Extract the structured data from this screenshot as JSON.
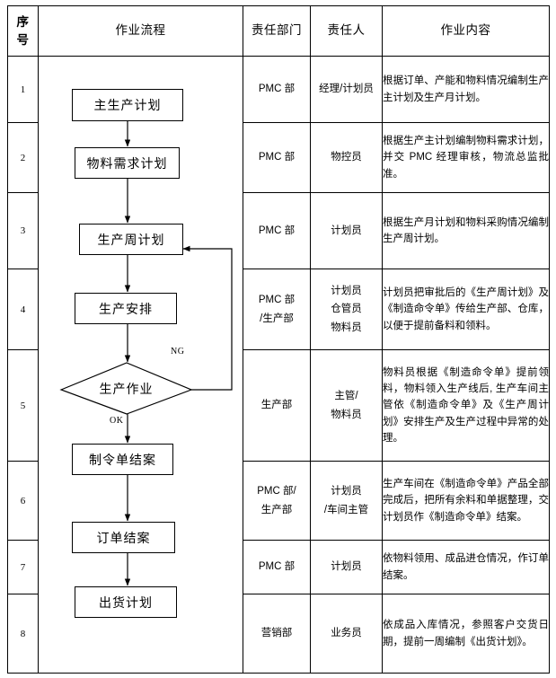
{
  "table": {
    "headers": {
      "seq_line1": "序",
      "seq_line2": "号",
      "flow": "作业流程",
      "dept": "责任部门",
      "person": "责任人",
      "content": "作业内容"
    },
    "rows": [
      {
        "seq": "1",
        "dept": "PMC 部",
        "person": "经理/计划员",
        "content": "根据订单、产能和物料情况编制生产主计划及生产月计划。"
      },
      {
        "seq": "2",
        "dept": "PMC 部",
        "person": "物控员",
        "content": "根据生产主计划编制物料需求计划，并交 PMC 经理审核，物流总监批准。"
      },
      {
        "seq": "3",
        "dept": "PMC 部",
        "person": "计划员",
        "content": "根据生产月计划和物料采购情况编制生产周计划。"
      },
      {
        "seq": "4",
        "dept": "PMC 部\n/生产部",
        "person": "计划员\n仓管员\n物料员",
        "content": "计划员把审批后的《生产周计划》及《制造命令单》传给生产部、仓库，以便于提前备料和领料。"
      },
      {
        "seq": "5",
        "dept": "生产部",
        "person": "主管/\n物料员",
        "content": "物料员根据《制造命令单》提前领料，物料领入生产线后, 生产车间主管依《制造命令单》及《生产周计划》安排生产及生产过程中异常的处理。"
      },
      {
        "seq": "6",
        "dept": "PMC 部/\n生产部",
        "person": "计划员\n/车间主管",
        "content": "生产车间在《制造命令单》产品全部完成后，把所有余料和单据整理，交计划员作《制造命令单》结案。"
      },
      {
        "seq": "7",
        "dept": "PMC 部",
        "person": "计划员",
        "content": "依物料领用、成品进仓情况，作订单结案。"
      },
      {
        "seq": "8",
        "dept": "营销部",
        "person": "业务员",
        "content": "依成品入库情况，参照客户交货日期，提前一周编制《出货计划》。"
      }
    ]
  },
  "flowchart": {
    "nodes": [
      {
        "id": "master-production-plan",
        "label": "主生产计划",
        "shape": "rect"
      },
      {
        "id": "material-requirement-plan",
        "label": "物料需求计划",
        "shape": "rect"
      },
      {
        "id": "weekly-production-plan",
        "label": "生产周计划",
        "shape": "rect"
      },
      {
        "id": "production-arrangement",
        "label": "生产安排",
        "shape": "rect"
      },
      {
        "id": "production-operation",
        "label": "生产作业",
        "shape": "diamond"
      },
      {
        "id": "work-order-closure",
        "label": "制令单结案",
        "shape": "rect"
      },
      {
        "id": "order-closure",
        "label": "订单结案",
        "shape": "rect"
      },
      {
        "id": "shipping-plan",
        "label": "出货计划",
        "shape": "rect"
      }
    ],
    "edge_labels": {
      "ng": "NG",
      "ok": "OK"
    },
    "colors": {
      "line": "#000000",
      "node_fill": "#ffffff",
      "node_border": "#000000"
    }
  }
}
